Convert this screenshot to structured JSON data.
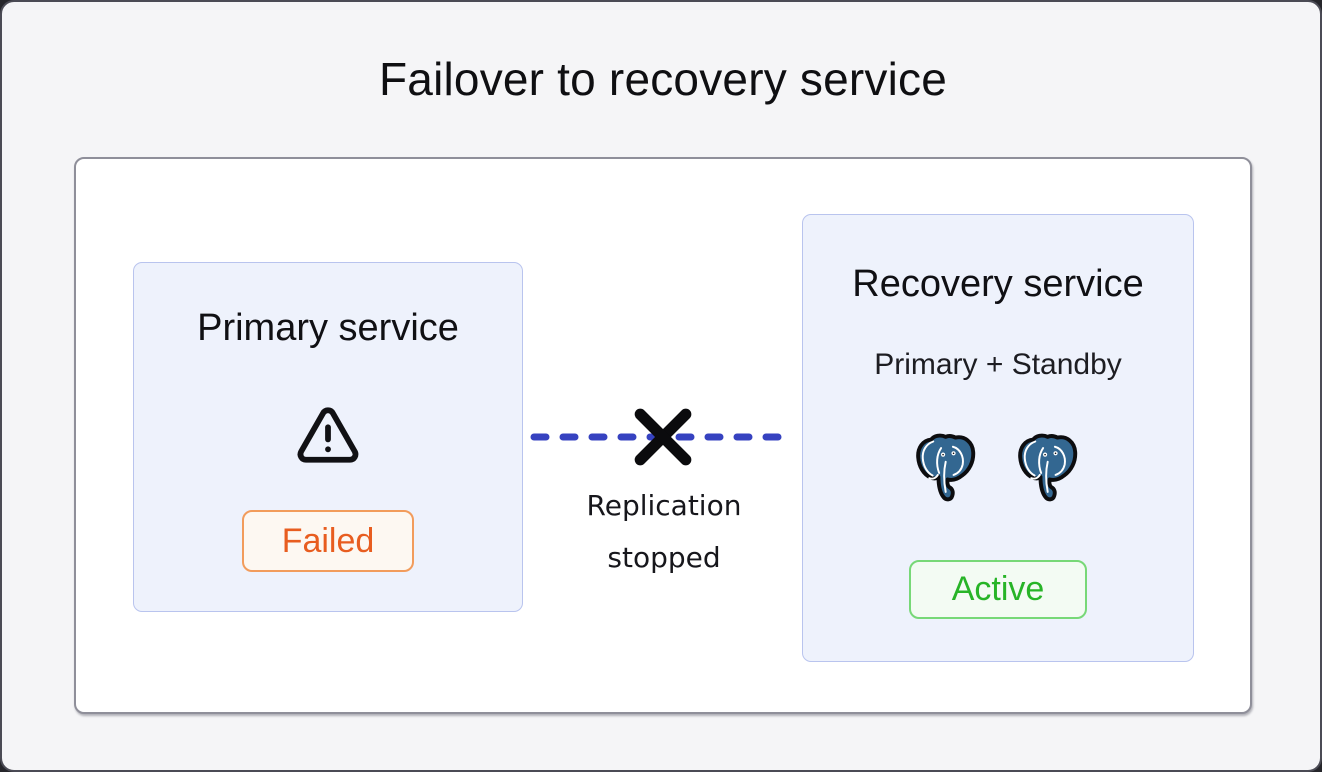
{
  "title": "Failover to recovery service",
  "primary_card": {
    "title": "Primary service",
    "status_label": "Failed",
    "icon": "warning-triangle-icon"
  },
  "connection": {
    "label_line1": "Replication",
    "label_line2": "stopped",
    "icon": "x-mark-icon",
    "style": "dashed"
  },
  "recovery_card": {
    "title": "Recovery service",
    "subtitle": "Primary + Standby",
    "status_label": "Active",
    "icon": "postgres-elephant-icon",
    "icon_count": 2
  },
  "colors": {
    "frame_bg": "#f5f5f7",
    "canvas_bg": "#ffffff",
    "card_bg": "#eef2fc",
    "card_border": "#b9c4ee",
    "dash_line": "#3642c0",
    "failed_text": "#e85d20",
    "failed_border": "#f29c5c",
    "failed_bg": "#fdf8f2",
    "active_text": "#27b427",
    "active_border": "#77d877",
    "active_bg": "#f3fbf3",
    "postgres_blue": "#336791"
  }
}
